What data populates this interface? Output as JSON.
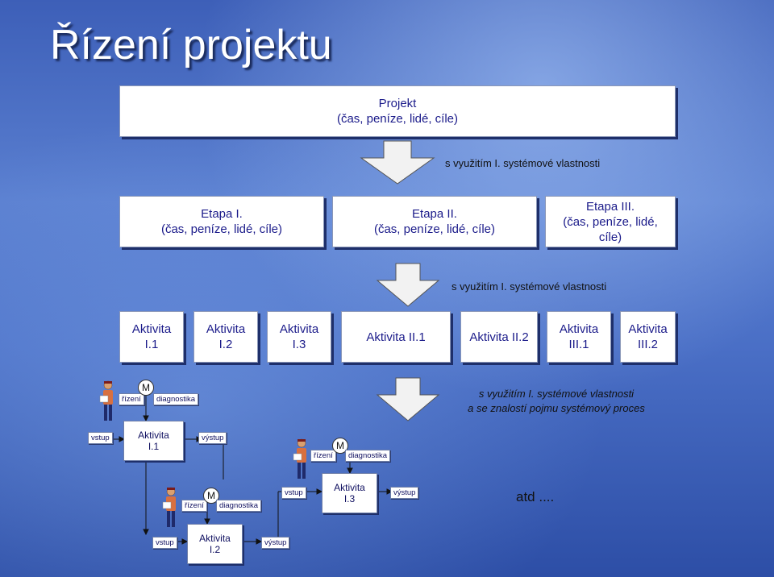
{
  "title": "Řízení projektu",
  "project": {
    "line1": "Projekt",
    "line2": "(čas, peníze, lidé, cíle)"
  },
  "note1": "s využitím I. systémové vlastnosti",
  "stages": [
    {
      "line1": "Etapa I.",
      "line2": "(čas, peníze, lidé, cíle)",
      "line3": ""
    },
    {
      "line1": "Etapa II.",
      "line2": "(čas, peníze, lidé, cíle)",
      "line3": ""
    },
    {
      "line1": "Etapa III.",
      "line2": "(čas, peníze, lidé,",
      "line3": "cíle)"
    }
  ],
  "note2": "s využitím I. systémové vlastnosti",
  "activities": [
    {
      "line1": "Aktivita",
      "line2": "I.1"
    },
    {
      "line1": "Aktivita",
      "line2": "I.2"
    },
    {
      "line1": "Aktivita",
      "line2": "I.3"
    },
    {
      "line1": "Aktivita II.1",
      "line2": ""
    },
    {
      "line1": "Aktivita II.2",
      "line2": ""
    },
    {
      "line1": "Aktivita",
      "line2": "III.1"
    },
    {
      "line1": "Aktivita",
      "line2": "III.2"
    }
  ],
  "note3": {
    "line1": "s využitím I. systémové vlastnosti",
    "line2": "a se znalostí pojmu systémový proces"
  },
  "process": {
    "rizeni": "řízení",
    "m": "M",
    "diagnostika": "diagnostika",
    "vstup": "vstup",
    "vystup": "výstup",
    "a1": {
      "line1": "Aktivita",
      "line2": "I.1"
    },
    "a2": {
      "line1": "Aktivita",
      "line2": "I.2"
    },
    "a3": {
      "line1": "Aktivita",
      "line2": "I.3"
    }
  },
  "atd": "atd ...."
}
